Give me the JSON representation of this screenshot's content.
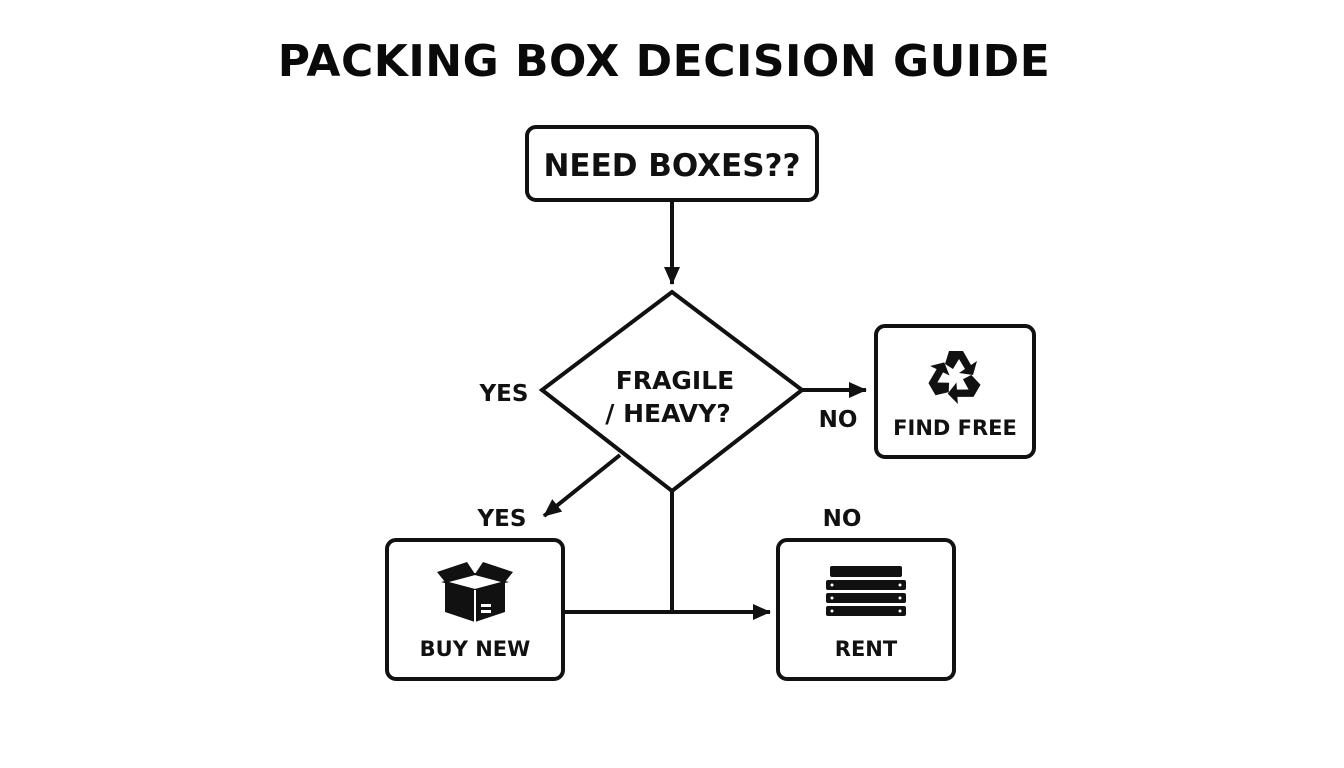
{
  "title": "PACKING BOX DECISION GUIDE",
  "nodes": {
    "start": {
      "label": "NEED BOXES??"
    },
    "decision": {
      "line1": "FRAGILE",
      "line2": "/ HEAVY?"
    },
    "find_free": {
      "label": "FIND FREE",
      "icon": "recycle-icon"
    },
    "buy_new": {
      "label": "BUY NEW",
      "icon": "box-icon"
    },
    "rent": {
      "label": "RENT",
      "icon": "crate-stack-icon"
    }
  },
  "branch_labels": {
    "yes_left": "YES",
    "no_right": "NO",
    "yes_bottom": "YES",
    "no_bottom": "NO"
  },
  "colors": {
    "stroke": "#111111",
    "background": "#ffffff"
  }
}
